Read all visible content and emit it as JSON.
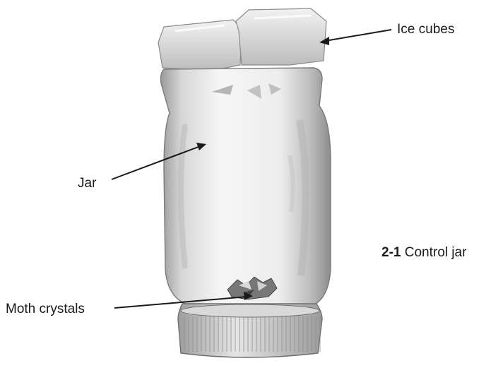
{
  "labels": {
    "ice_cubes": "Ice cubes",
    "jar": "Jar",
    "moth_crystals": "Moth crystals"
  },
  "caption": {
    "number": "2-1",
    "text": "Control jar"
  },
  "colors": {
    "ink": "#1a1a1a",
    "glass_shade": "#8a8a8a",
    "glass_light": "#e6e6e6",
    "background": "#ffffff"
  }
}
